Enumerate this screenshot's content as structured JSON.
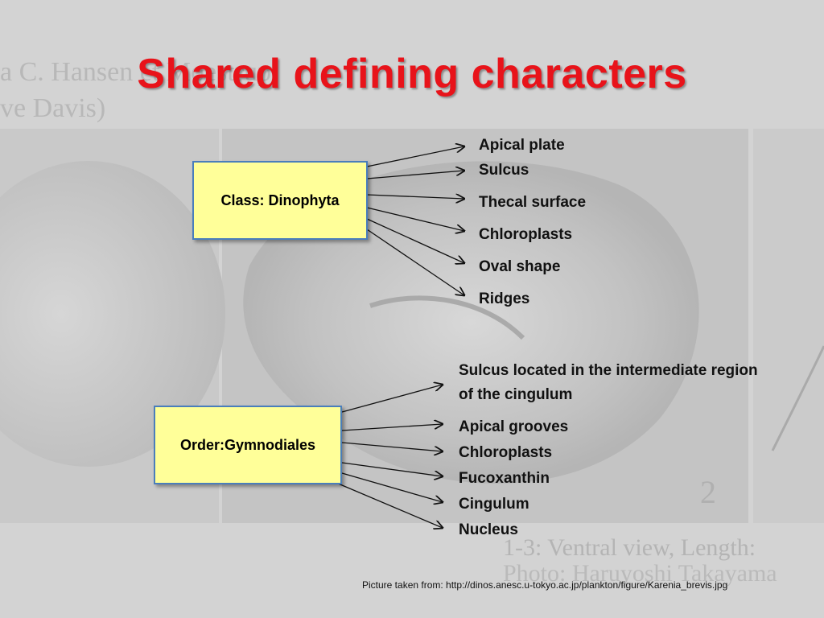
{
  "title": "Shared defining characters",
  "class_box": {
    "label": "Class: Dinophyta"
  },
  "class_items": [
    "Apical plate",
    "Sulcus",
    "Thecal surface",
    "Chloroplasts",
    "Oval shape",
    "Ridges"
  ],
  "order_box": {
    "label": "Order:Gymnodiales"
  },
  "order_items": [
    "Sulcus located in the intermediate region of the cingulum",
    "Apical grooves",
    "Chloroplasts",
    "Fucoxanthin",
    "Cingulum",
    "Nucleus"
  ],
  "credit": "Picture taken from: http://dinos.anesc.u-tokyo.ac.jp/plankton/figure/Karenia_brevis.jpg",
  "colors": {
    "title": "#e8131a",
    "box_fill": "#ffff99",
    "box_border": "#4a7ebb"
  }
}
